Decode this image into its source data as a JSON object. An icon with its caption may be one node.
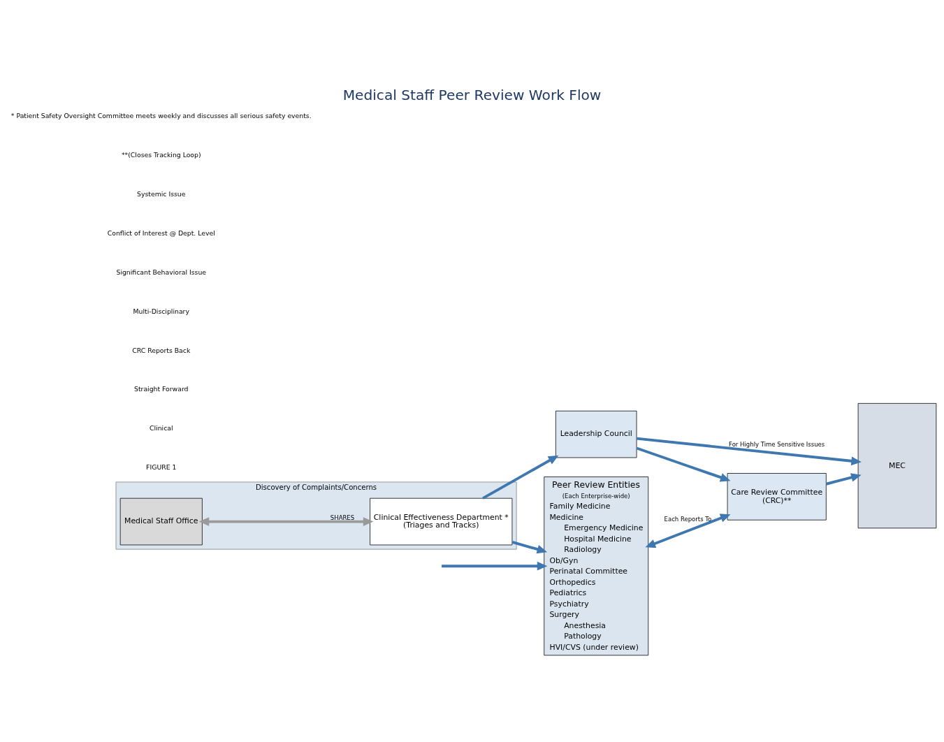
{
  "diagram": {
    "title": "Medical Staff Peer Review Work Flow",
    "nodes": [
      {
        "text": [
          "Peer Review Entities",
          "(Each Enterprise-wide)",
          "Family Medicine",
          "Medicine",
          "Emergency Medicine",
          "Hospital Medicine",
          "Radiology",
          "Ob/Gyn",
          "Perinatal Committee",
          "Orthopedics",
          "Pediatrics",
          "Psychiatry",
          "Surgery",
          "Anesthesia",
          "Pathology",
          "HVI/CVS (under review)"
        ]
      },
      {
        "text": [
          "Discovery of Complaints/Concerns"
        ]
      },
      {
        "text": [
          "Medical Staff Office"
        ],
        "in": 1
      },
      {
        "text": [
          "Clinical Effectiveness Department *",
          "(Triages and Tracks)"
        ],
        "in": 1
      },
      {
        "text": [
          "Care Review Committee",
          "(CRC)**"
        ]
      },
      {
        "text": [
          "Leadership Council"
        ]
      },
      {
        "text": [
          "MEC"
        ]
      }
    ],
    "edges": [
      {
        "from": 2,
        "to": 3,
        "arrow": "both",
        "label": "SHARES",
        "color": "#9a9a9a"
      },
      {
        "from": 3,
        "to": 0,
        "arrow": "to"
      },
      {
        "from": 0,
        "to": 4,
        "arrow": "both",
        "label": "Each Reports To"
      },
      {
        "from": null,
        "to": 0,
        "arrow": "to"
      },
      {
        "from": 3,
        "to": 5,
        "arrow": "to"
      },
      {
        "from": 5,
        "to": 4,
        "arrow": "to"
      },
      {
        "from": 4,
        "to": 6,
        "arrow": "to"
      },
      {
        "from": 5,
        "to": 6,
        "arrow": "to",
        "label": "For Highly Time Sensitive Issues"
      }
    ],
    "labels": [
      "FIGURE 1",
      "Clinical",
      "Straight Forward",
      "CRC Reports Back",
      "Multi-Disciplinary",
      "Significant Behavioral Issue",
      "Conflict of Interest @ Dept. Level",
      "Systemic Issue",
      "**(Closes Tracking Loop)",
      "* Patient Safety Oversight Committee meets weekly and discusses all serious safety events."
    ]
  }
}
